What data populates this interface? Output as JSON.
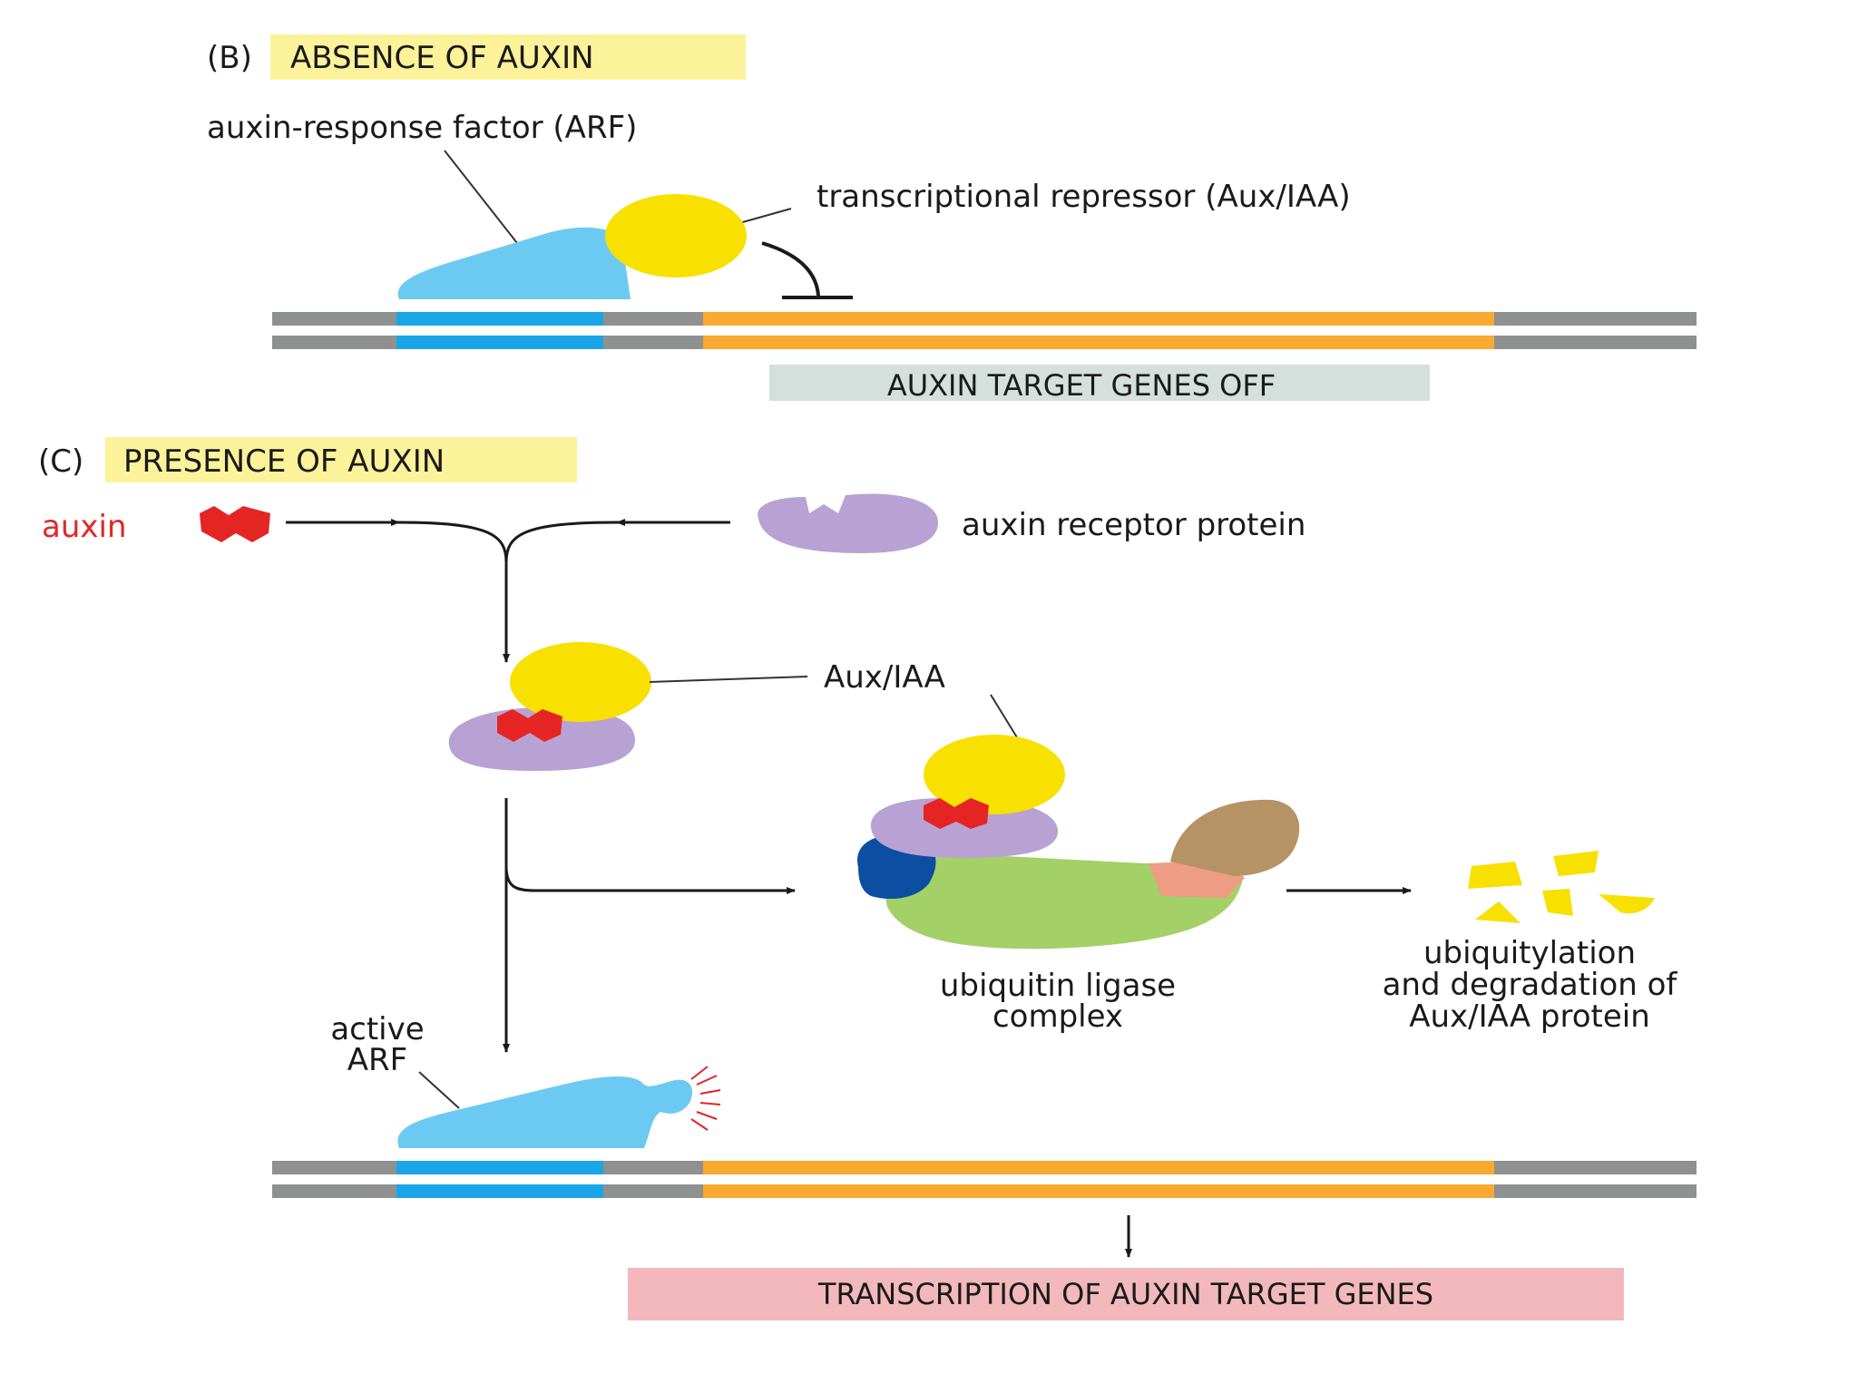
{
  "panel_b": {
    "letter": "(B)",
    "title": "ABSENCE OF AUXIN",
    "arf_label": "auxin-response factor (ARF)",
    "repressor_label": "transcriptional repressor (Aux/IAA)",
    "status_label": "AUXIN TARGET GENES OFF"
  },
  "panel_c": {
    "letter": "(C)",
    "title": "PRESENCE OF AUXIN",
    "auxin_label": "auxin",
    "receptor_label": "auxin receptor protein",
    "auxiaa_label": "Aux/IAA",
    "ligase_label_line1": "ubiquitin ligase",
    "ligase_label_line2": "complex",
    "degradation_line1": "ubiquitylation",
    "degradation_line2": "and degradation of",
    "degradation_line3": "Aux/IAA protein",
    "active_arf_line1": "active",
    "active_arf_line2": "ARF",
    "result_label": "TRANSCRIPTION OF AUXIN TARGET GENES"
  },
  "colors": {
    "title_highlight": "#fbf29a",
    "arf_blue": "#6ccaf2",
    "dna_blue": "#1aa6e6",
    "repressor_yellow": "#f8e000",
    "receptor_purple": "#b8a2d4",
    "auxin_red": "#e52424",
    "auxin_label_red": "#e02828",
    "gene_orange": "#f8aa30",
    "dna_gray": "#8f9191",
    "status_off_bg": "#d5dfdc",
    "result_bg": "#f3b8bb",
    "ligase_green": "#a4d068",
    "ligase_brown": "#b59364",
    "ligase_salmon": "#ee9c84",
    "ligase_dark_blue": "#0c4ea2"
  }
}
